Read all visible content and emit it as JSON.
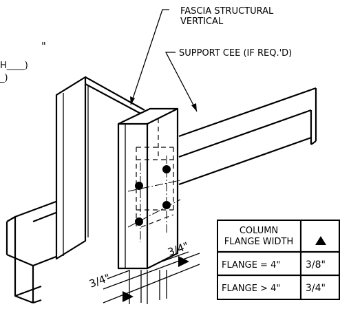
{
  "labels": {
    "fascia_line1": "FASCIA STRUCTURAL",
    "fascia_line2": "VERTICAL",
    "support": "SUPPORT CEE (IF REQ.'D)",
    "partial_quote": "\"",
    "partial_line1": "H____)",
    "partial_line2": "_)"
  },
  "dims": {
    "dim_top": "3/4\"",
    "dim_bottom": "3/4\""
  },
  "table": {
    "header_line1": "COLUMN",
    "header_line2": "FLANGE WIDTH",
    "header_symbol": "triangle-weld-symbol",
    "rows": [
      {
        "condition": "FLANGE = 4\"",
        "value": "3/8\""
      },
      {
        "condition": "FLANGE > 4\"",
        "value": "3/4\""
      }
    ]
  }
}
